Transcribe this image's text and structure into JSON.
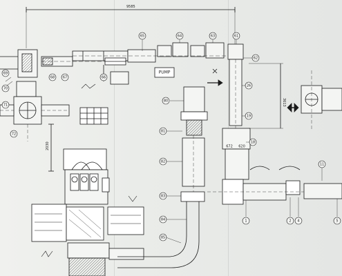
{
  "dimensions": {
    "top_width": "9585",
    "right_height": "3613",
    "left_height": "2030"
  },
  "equipment": {
    "pump_label": "PUMP",
    "tank_left_value": "672",
    "tank_right_value": "620"
  },
  "callouts": {
    "c65": "65",
    "c64": "64",
    "c63": "63",
    "c62": "62",
    "c61": "61",
    "c68": "68",
    "c67": "67",
    "c66": "66",
    "c69": "69",
    "c70": "70",
    "c71": "71",
    "c72": "72",
    "c80": "80",
    "c81": "81",
    "c82": "82",
    "c83": "83",
    "c84": "84",
    "c85": "85",
    "c26": "26",
    "c19": "19",
    "c18": "18",
    "c1": "1",
    "c2": "2",
    "c4": "4",
    "c5": "5",
    "c11": "11"
  },
  "colors": {
    "ink": "#1a1a1a",
    "paper": "#eceeeb",
    "shade": "#bfc2bf"
  }
}
